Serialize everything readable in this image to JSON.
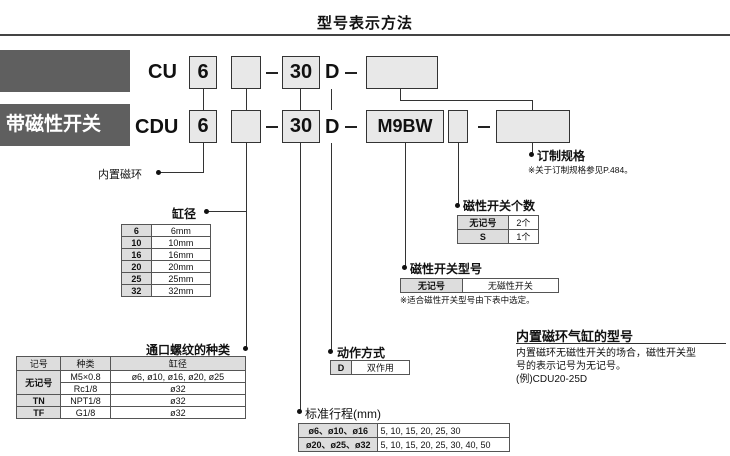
{
  "title": "型号表示方法",
  "row1": {
    "prefix": "CU",
    "bore": "6",
    "dash1": "-",
    "stroke": "30",
    "d": "D",
    "dash2": "-"
  },
  "row2": {
    "side_label": "带磁性开关",
    "prefix": "CDU",
    "bore": "6",
    "dash1": "-",
    "stroke": "30",
    "d": "D",
    "dash2": "-",
    "switch": "M9BW",
    "dash3": "-"
  },
  "labels": {
    "custom": "订制规格",
    "custom_note": "※关于订制规格参见P.484。",
    "magnet": "内置磁环",
    "bore": "缸径",
    "switch_count": "磁性开关个数",
    "switch_model": "磁性开关型号",
    "switch_model_note": "※适合磁性开关型号由下表中选定。",
    "port": "通口螺纹的种类",
    "action": "动作方式",
    "stroke": "标准行程(mm)"
  },
  "bore_table": [
    [
      "6",
      "6mm"
    ],
    [
      "10",
      "10mm"
    ],
    [
      "16",
      "16mm"
    ],
    [
      "20",
      "20mm"
    ],
    [
      "25",
      "25mm"
    ],
    [
      "32",
      "32mm"
    ]
  ],
  "count_table": [
    [
      "无记号",
      "2个"
    ],
    [
      "S",
      "1个"
    ]
  ],
  "model_table": [
    [
      "无记号",
      "无磁性开关"
    ]
  ],
  "port_table": {
    "headers": [
      "记号",
      "种类",
      "缸径"
    ],
    "rows": [
      [
        "无记号",
        "M5×0.8",
        "ø6, ø10, ø16, ø20, ø25"
      ],
      [
        "",
        "Rc1/8",
        "ø32"
      ],
      [
        "TN",
        "NPT1/8",
        "ø32"
      ],
      [
        "TF",
        "G1/8",
        "ø32"
      ]
    ]
  },
  "action_table": [
    [
      "D",
      "双作用"
    ]
  ],
  "stroke_table": [
    [
      "ø6、ø10、ø16",
      "5, 10, 15, 20, 25, 30"
    ],
    [
      "ø20、ø25、ø32",
      "5, 10, 15, 20, 25, 30, 40, 50"
    ]
  ],
  "side": {
    "title": "内置磁环气缸的型号",
    "line1": "内置磁环无磁性开关的场合，磁性开关型",
    "line2": "号的表示记号为无记号。",
    "line3": "(例)CDU20-25D"
  }
}
